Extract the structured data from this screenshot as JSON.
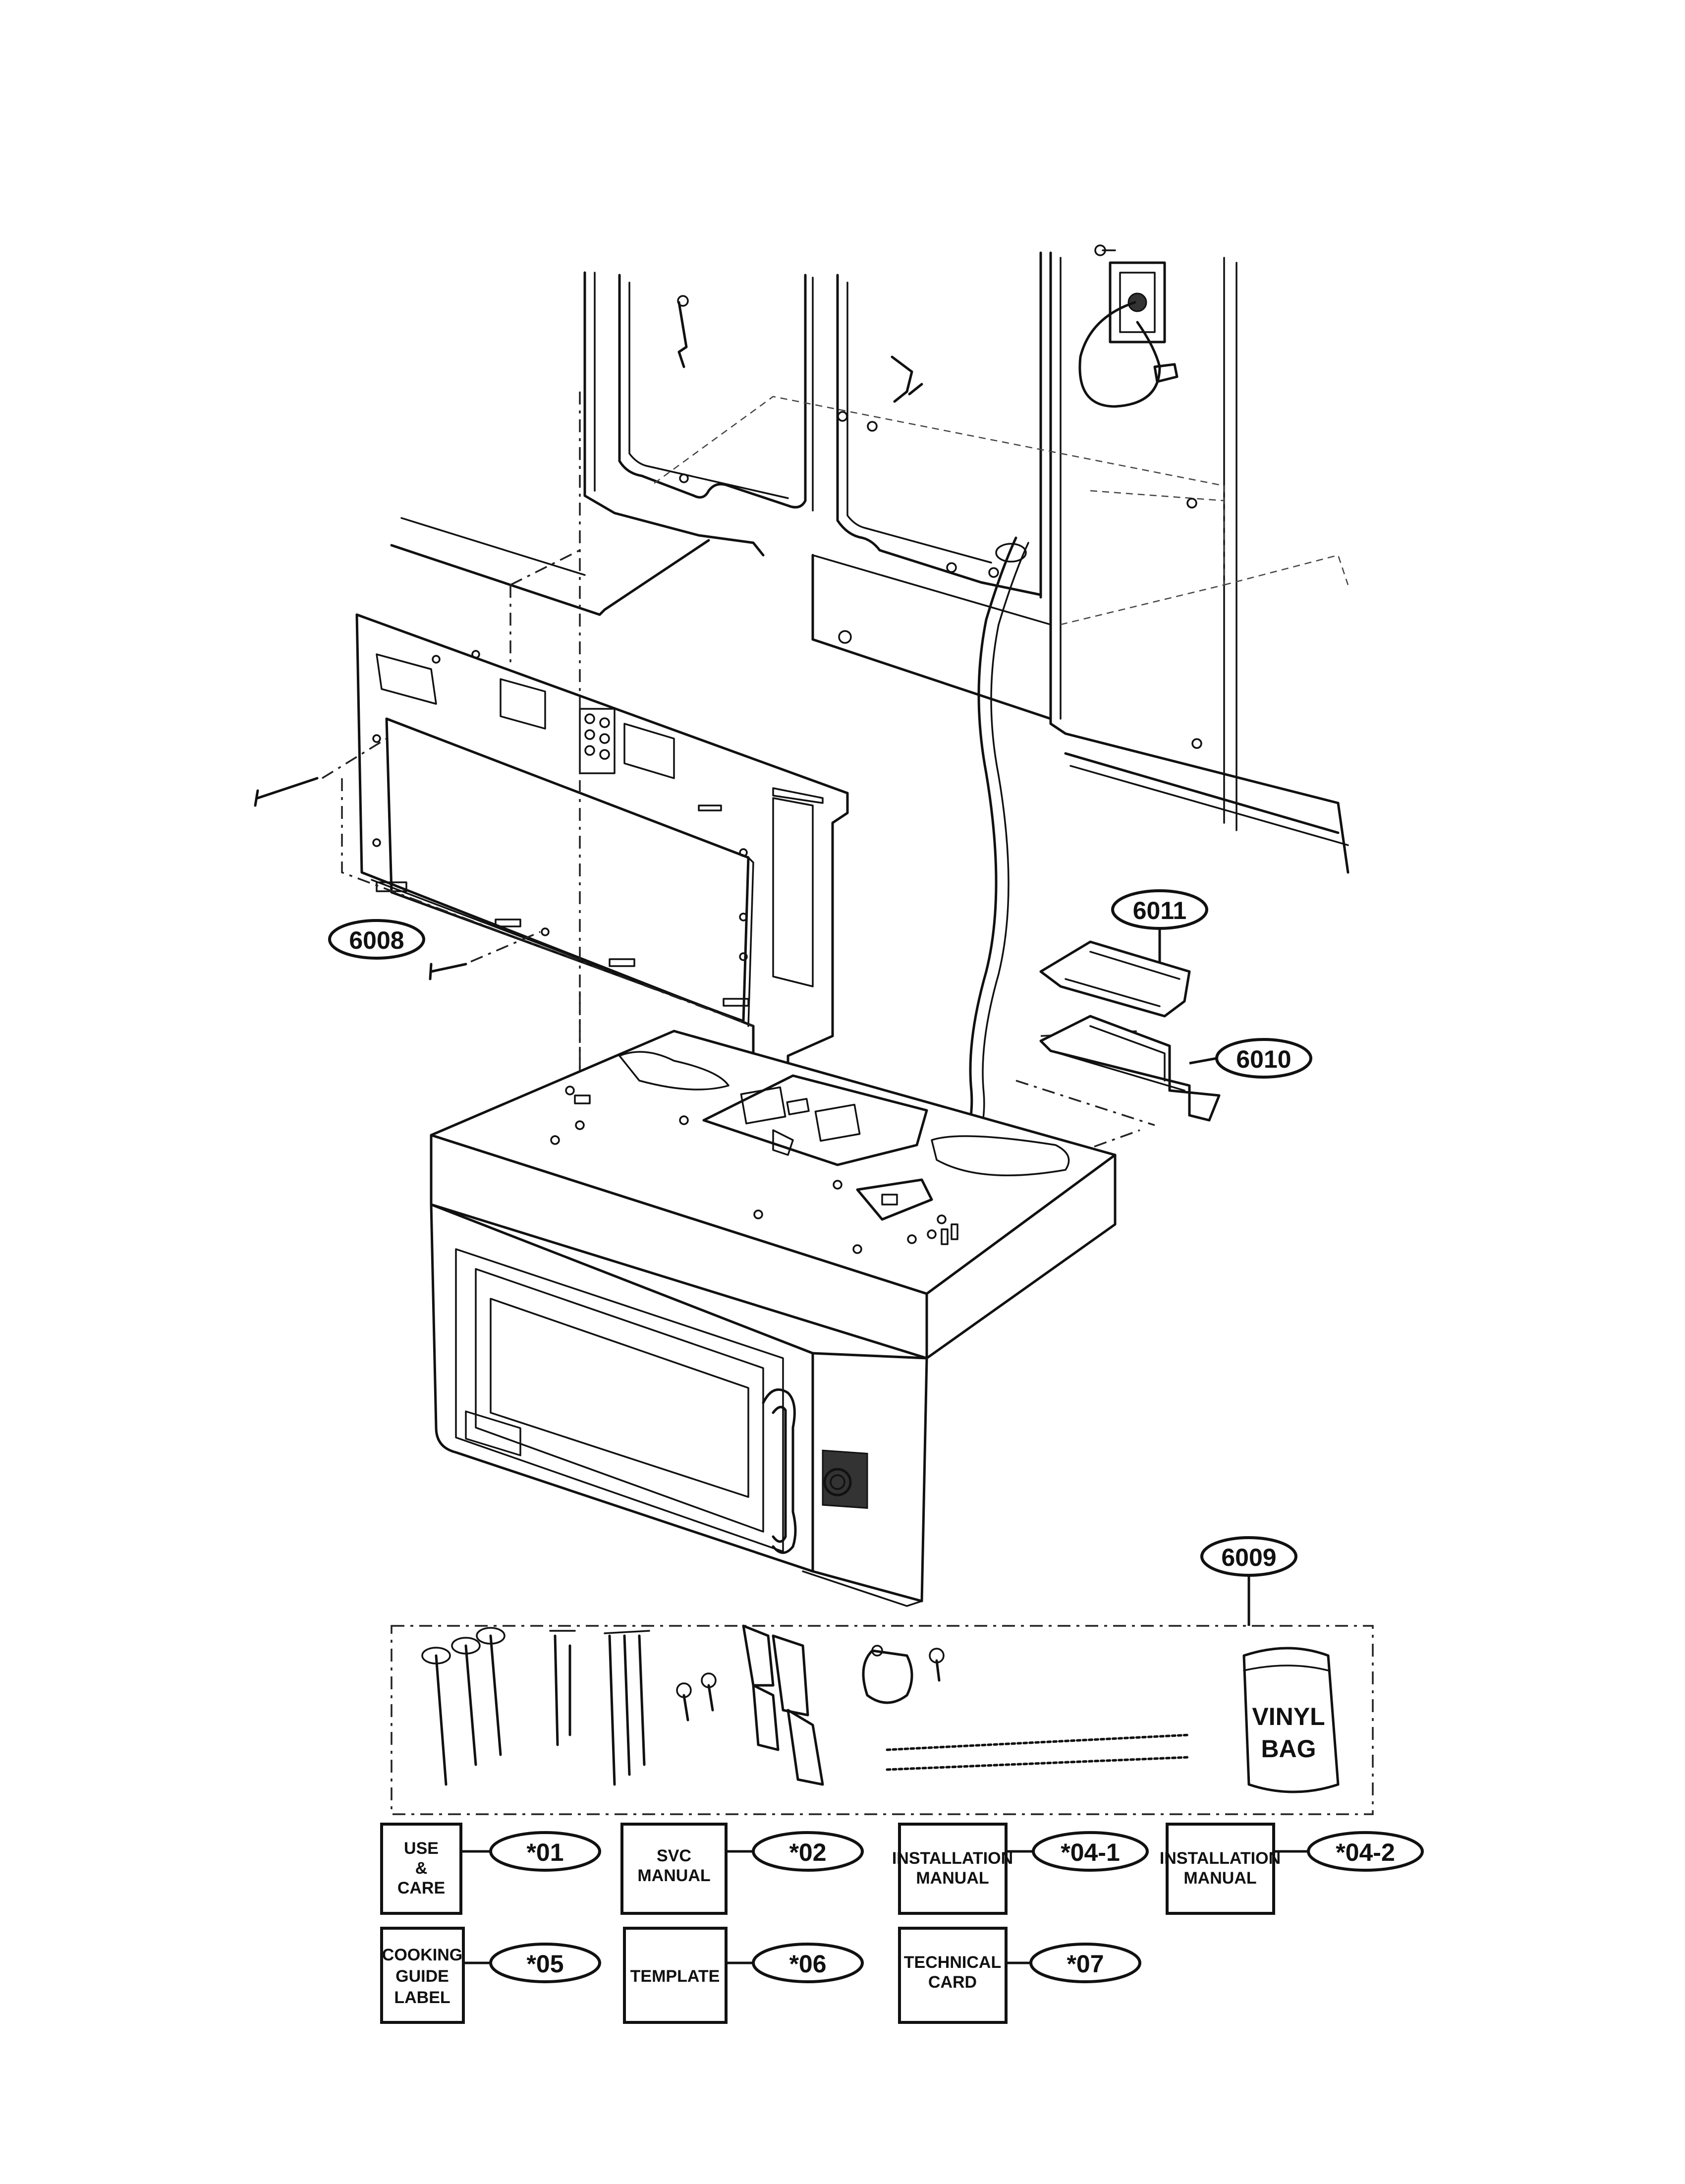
{
  "callouts": {
    "c6008": "6008",
    "c6009": "6009",
    "c6010": "6010",
    "c6011": "6011",
    "c01": "*01",
    "c02": "*02",
    "c04_1": "*04-1",
    "c04_2": "*04-2",
    "c05": "*05",
    "c06": "*06",
    "c07": "*07"
  },
  "docs": {
    "use_care": [
      "USE",
      "&",
      "CARE"
    ],
    "svc_manual": [
      "SVC",
      "MANUAL"
    ],
    "installation_manual_1": [
      "INSTALLATION",
      "MANUAL"
    ],
    "installation_manual_2": [
      "INSTALLATION",
      "MANUAL"
    ],
    "cooking_guide_label": [
      "COOKING",
      "GUIDE",
      "LABEL"
    ],
    "template": [
      "TEMPLATE"
    ],
    "technical_card": [
      "TECHNICAL",
      "CARD"
    ]
  },
  "bag": {
    "label": [
      "VINYL",
      "BAG"
    ]
  }
}
